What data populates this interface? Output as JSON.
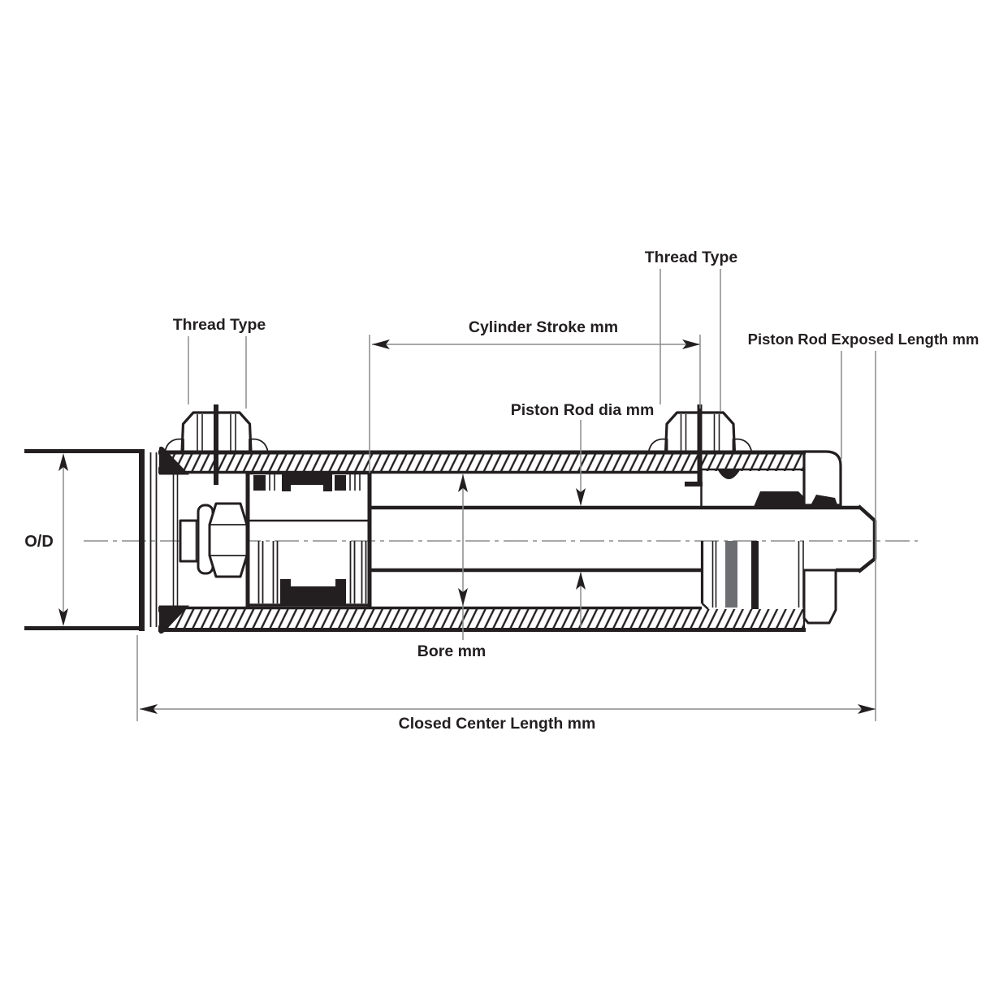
{
  "diagram": {
    "labels": {
      "thread_type_left": "Thread Type",
      "thread_type_right": "Thread Type",
      "cylinder_stroke": "Cylinder Stroke mm",
      "piston_rod_dia": "Piston Rod dia mm",
      "piston_rod_exposed_length": "Piston Rod Exposed Length mm",
      "outer_diameter": "O/D",
      "bore": "Bore mm",
      "closed_center_length": "Closed Center Length mm"
    },
    "colors": {
      "ink": "#231f20",
      "dimension": "#8a8c8e",
      "seal_gray": "#6d6e71",
      "background": "#ffffff"
    }
  }
}
